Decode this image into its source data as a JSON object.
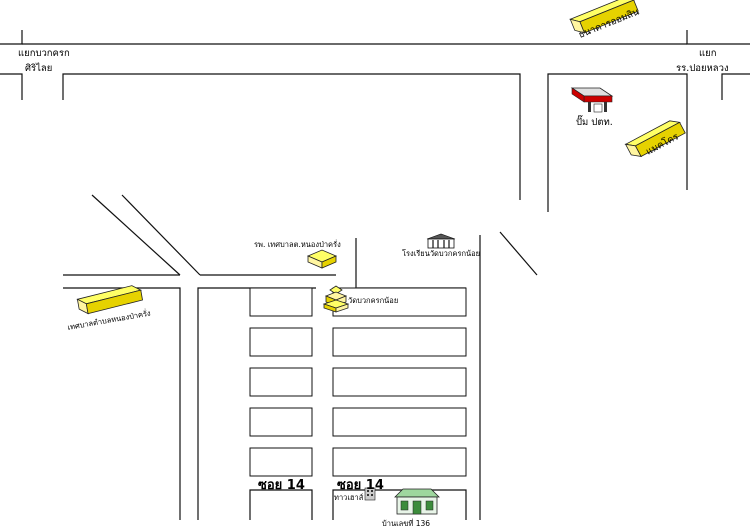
{
  "labels": {
    "junction_left_1": "แยกบวกครก",
    "junction_left_2": "ศิริไลย",
    "junction_right_1": "แยก",
    "junction_right_2": "รร.ปอยหลวง",
    "bank": "ธนาคารออมสิน",
    "gas_station": "ปั๊ม ปตท.",
    "makro": "แมคโคร",
    "hospital": "รพ. เทศบาลต.หนองป่าครั่ง",
    "school": "โรงเรียนวัดบวกครกน้อย",
    "temple": "วัดบวกครกน้อย",
    "municipality": "เทศบาลตำบลหนองป่าครั่ง",
    "soi_1": "ซอย 14",
    "soi_2": "ซอย 14",
    "townhouse": "ทาวเฮาส์",
    "house": "บ้านเลขที่ 136"
  },
  "colors": {
    "building_yellow": "#ffff66",
    "gas_red": "#cc0000"
  }
}
